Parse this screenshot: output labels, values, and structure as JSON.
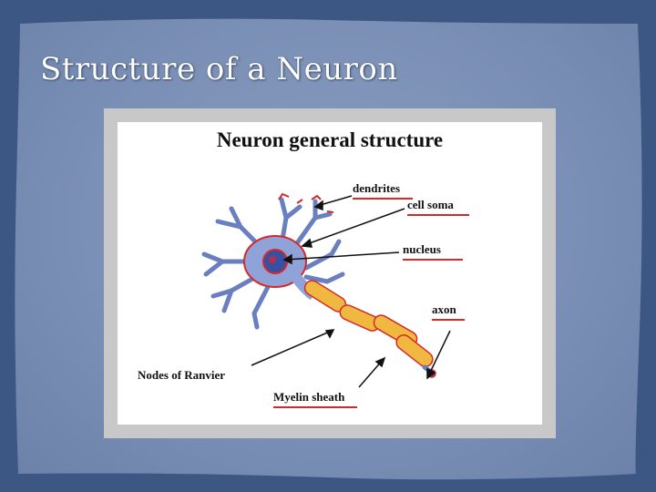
{
  "slide": {
    "title": "Structure of a Neuron"
  },
  "figure": {
    "title": "Neuron general structure",
    "labels": {
      "dendrites": "dendrites",
      "cell_soma": "cell soma",
      "nucleus": "nucleus",
      "axon": "axon",
      "nodes_of_ranvier": "Nodes of Ranvier",
      "myelin_sheath": "Myelin sheath"
    }
  },
  "colors": {
    "slide_background": "#7a8fb5",
    "outer_edge": "#3f5a86",
    "neuron_body": "#8fa3d8",
    "outline_red": "#d42a2a",
    "myelin": "#f0b840"
  }
}
